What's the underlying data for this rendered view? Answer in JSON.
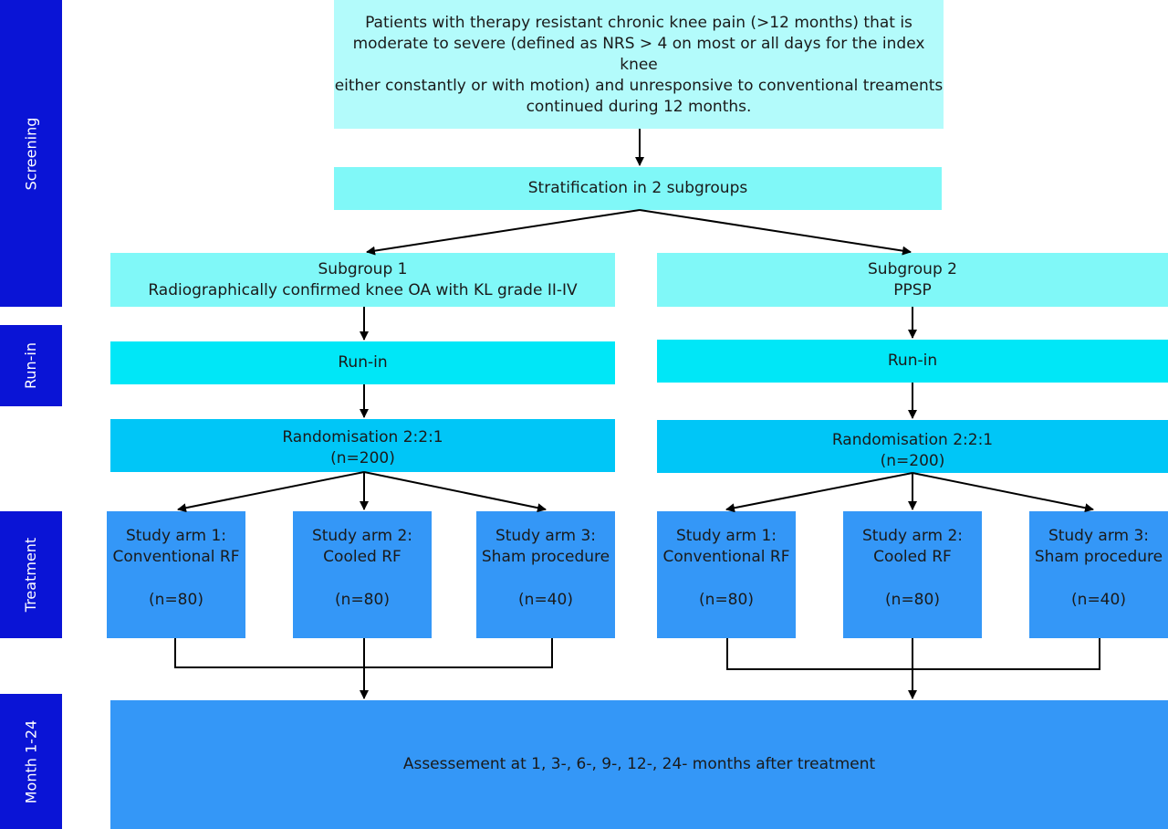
{
  "phases": {
    "screening": "Screening",
    "runin": "Run-in",
    "treatment": "Treatment",
    "month": "Month 1-24"
  },
  "top_box": {
    "line1": "Patients with therapy resistant chronic knee pain (>12 months) that is",
    "line2": "moderate to severe (defined as NRS > 4 on most or all days for the index knee",
    "line3": "either constantly or with motion) and unresponsive to conventional treaments",
    "line4": "continued during 12 months."
  },
  "stratification": "Stratification in 2 subgroups",
  "subgroup1": {
    "title": "Subgroup 1",
    "desc": "Radiographically confirmed knee OA with KL grade II-IV"
  },
  "subgroup2": {
    "title": "Subgroup 2",
    "desc": "PPSP"
  },
  "runin_label": "Run-in",
  "randomisation": {
    "label": "Randomisation 2:2:1",
    "n": "(n=200)"
  },
  "arms": [
    {
      "title": "Study arm 1:",
      "subtitle": "Conventional RF",
      "n": "(n=80)"
    },
    {
      "title": "Study arm 2:",
      "subtitle": "Cooled RF",
      "n": "(n=80)"
    },
    {
      "title": "Study arm 3:",
      "subtitle": "Sham procedure",
      "n": "(n=40)"
    }
  ],
  "assessment": "Assessement at 1, 3-, 6-, 9-, 12-, 24- months after treatment"
}
